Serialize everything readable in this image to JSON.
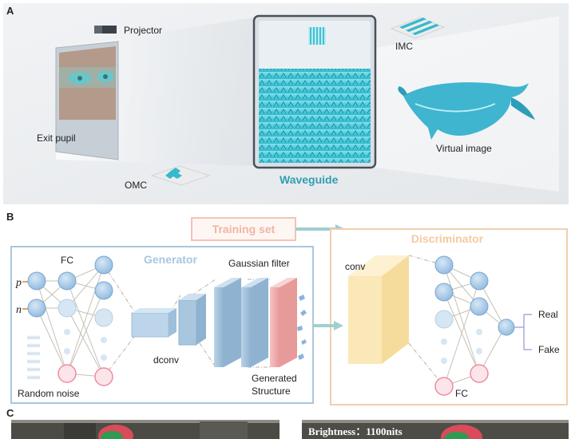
{
  "panel_a": {
    "label": "A",
    "labels": {
      "projector": "Projector",
      "imc": "IMC",
      "exit_pupil": "Exit pupil",
      "virtual_image": "Virtual image",
      "omc": "OMC",
      "waveguide": "Waveguide"
    }
  },
  "panel_b": {
    "label": "B",
    "training_set": "Training set",
    "generator": "Generator",
    "discriminator": "Discriminator",
    "fc_left": "FC",
    "fc_right": "FC",
    "gaussian_filter": "Gaussian filter",
    "input_p": "p",
    "input_n": "n",
    "dconv": "dconv",
    "conv": "conv",
    "generated_line1": "Generated",
    "generated_line2": "Structure",
    "random_noise": "Random noise",
    "output_real": "Real",
    "output_fake": "Fake"
  },
  "panel_c": {
    "label": "C",
    "brightness": "Brightness：1100nits"
  },
  "colors": {
    "generator_border": "#a9c6df",
    "discriminator_border": "#f2cfae",
    "training_border": "#f2c4b4",
    "node_blue": "#9ec3e4",
    "node_pink": "#f08ca0",
    "waveguide_text": "#2e9fb2",
    "conv_block": "#fbe8b8"
  }
}
